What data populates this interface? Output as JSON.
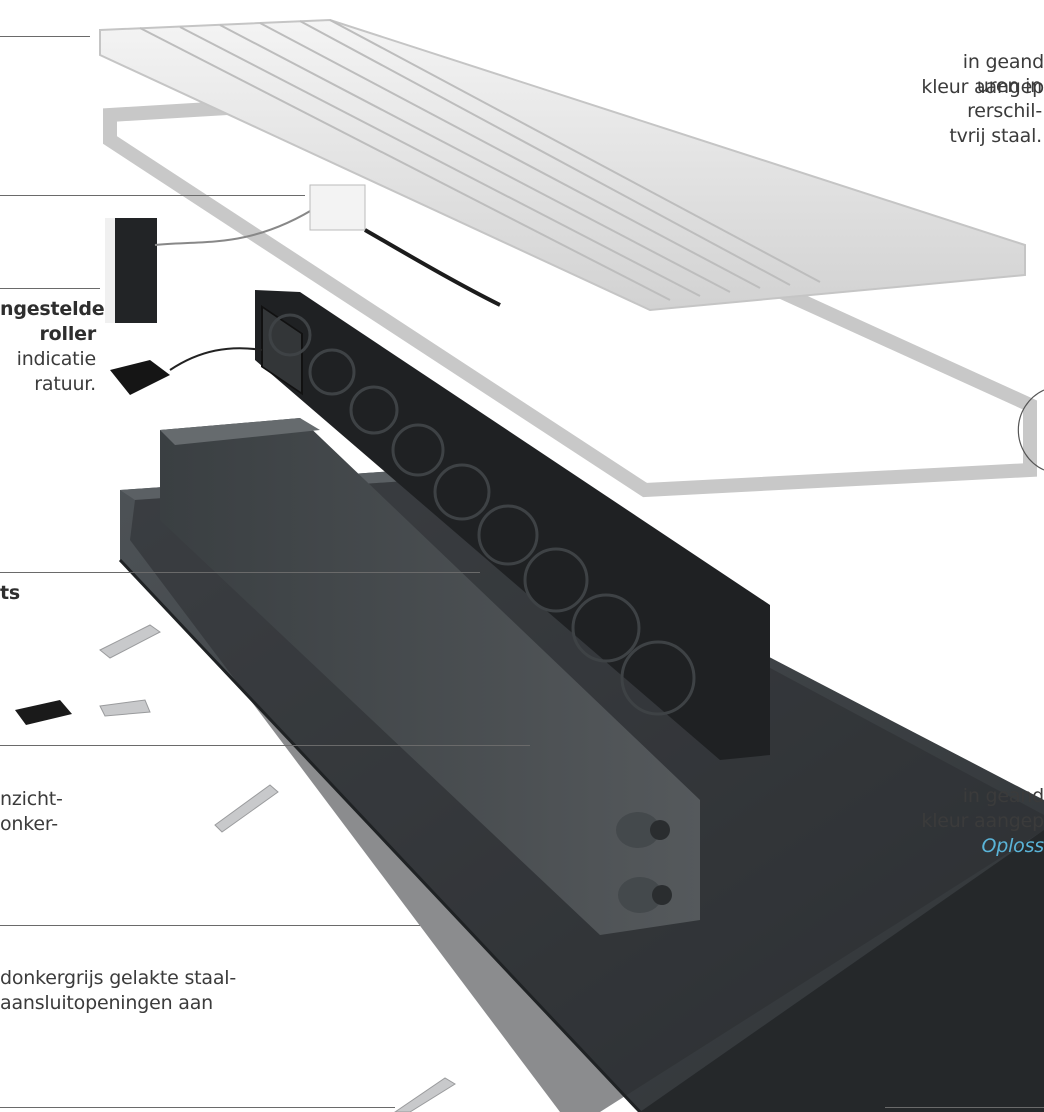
{
  "left_captions": {
    "c1": [
      "uren in",
      "rerschil-",
      "tvrij staal."
    ],
    "c2_bold": [
      "ngestelde",
      "roller"
    ],
    "c2": [
      "indicatie",
      "ratuur."
    ],
    "c3_bold": "ts",
    "c4": [
      "nzicht-",
      "onker-"
    ],
    "c5": [
      "donkergrijs gelakte staal-",
      "aansluitopeningen aan"
    ]
  },
  "right_captions": {
    "r1": [
      "in geand",
      "kleur aangep"
    ],
    "r2": [
      "in geand",
      "kleur aangep"
    ],
    "r2_link": "Oploss"
  },
  "colors": {
    "accent": "#5ab4d8",
    "text": "#3b3b3b",
    "leader": "#6a6a6a"
  }
}
